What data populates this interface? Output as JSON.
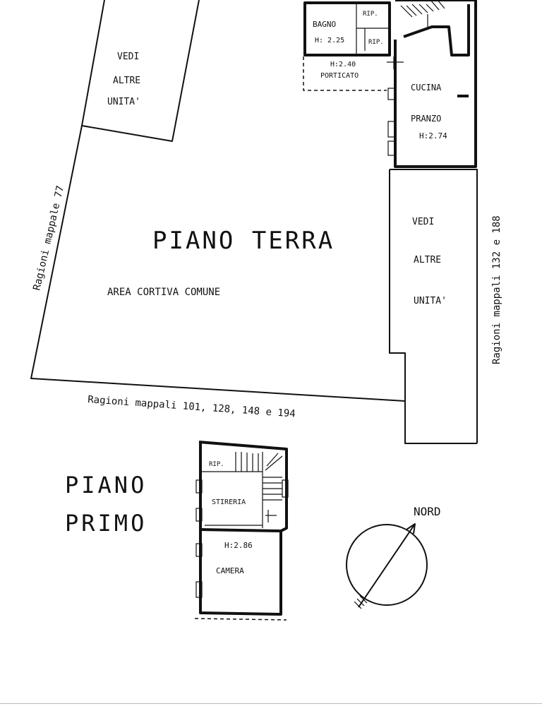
{
  "ground_floor": {
    "title": "PIANO TERRA",
    "courtyard": "AREA CORTIVA COMUNE",
    "other_units_label": [
      "VEDI",
      "ALTRE",
      "UNITA'"
    ],
    "rooms": {
      "bagno": "BAGNO",
      "bagno_height": "H: 2.25",
      "rip1": "RIP.",
      "rip2": "RIP.",
      "porticato": "PORTICATO",
      "porticato_height": "H:2.40",
      "cucina": "CUCINA",
      "pranzo": "PRANZO",
      "cucina_height": "H:2.74"
    },
    "boundaries": {
      "west": "Ragioni mappale 77",
      "south": "Ragioni mappali 101, 128, 148 e 194",
      "east": "Ragioni mappali 132 e 188"
    }
  },
  "first_floor": {
    "title_line1": "PIANO",
    "title_line2": "PRIMO",
    "rooms": {
      "rip": "RIP.",
      "stireria": "STIRERIA",
      "camera_height": "H:2.86",
      "camera": "CAMERA"
    }
  },
  "compass": {
    "label": "NORD"
  }
}
